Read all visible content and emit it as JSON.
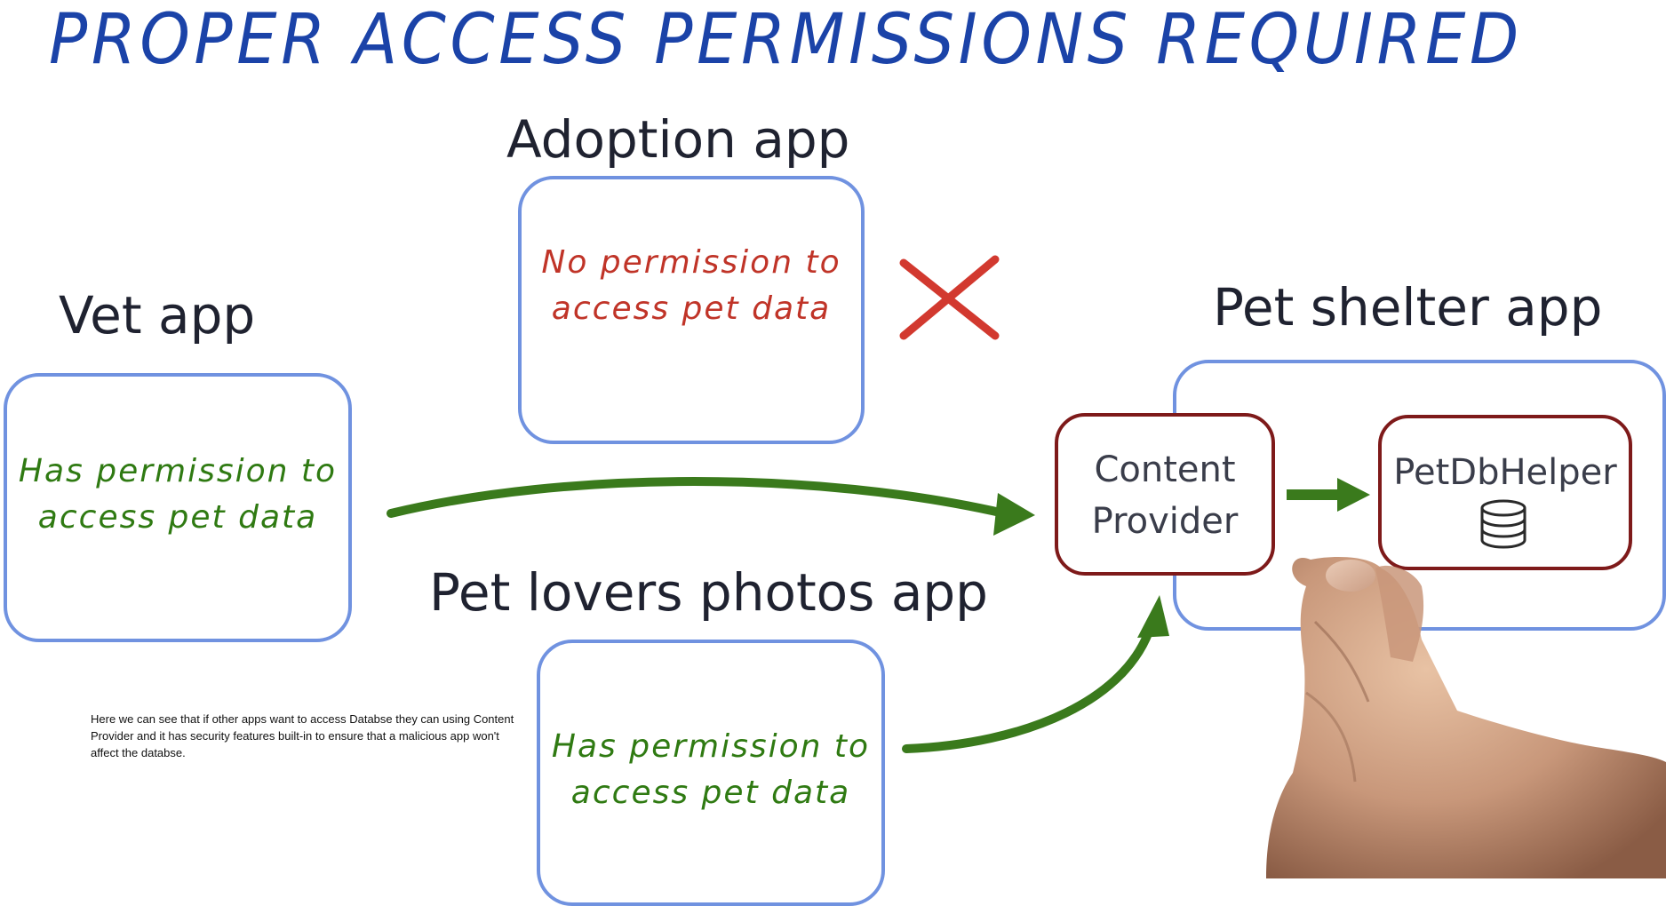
{
  "title": "PROPER ACCESS PERMISSIONS REQUIRED",
  "apps": {
    "adoption": {
      "name": "Adoption app",
      "text_line1": "No permission to",
      "text_line2": "access pet data"
    },
    "vet": {
      "name": "Vet app",
      "text_line1": "Has permission to",
      "text_line2": "access pet data"
    },
    "photos": {
      "name": "Pet lovers photos app",
      "text_line1": "Has permission to",
      "text_line2": "access pet data"
    },
    "shelter": {
      "name": "Pet shelter app",
      "content_provider_line1": "Content",
      "content_provider_line2": "Provider",
      "db_helper": "PetDbHelper"
    }
  },
  "caption": "Here we can see that if other apps want to access Databse they can using Content Provider and it has security features built-in to ensure that a malicious app won't affect the databse.",
  "colors": {
    "title_blue": "#1b43a8",
    "box_blue": "#7092e0",
    "permitted_green": "#2f7a12",
    "denied_red": "#c03428",
    "component_border": "#7e1a1a",
    "arrow_green": "#3a7a1c"
  },
  "icons": {
    "denied_mark": "x-cross-icon",
    "database": "database-icon",
    "pointer_hand": "hand-image"
  }
}
